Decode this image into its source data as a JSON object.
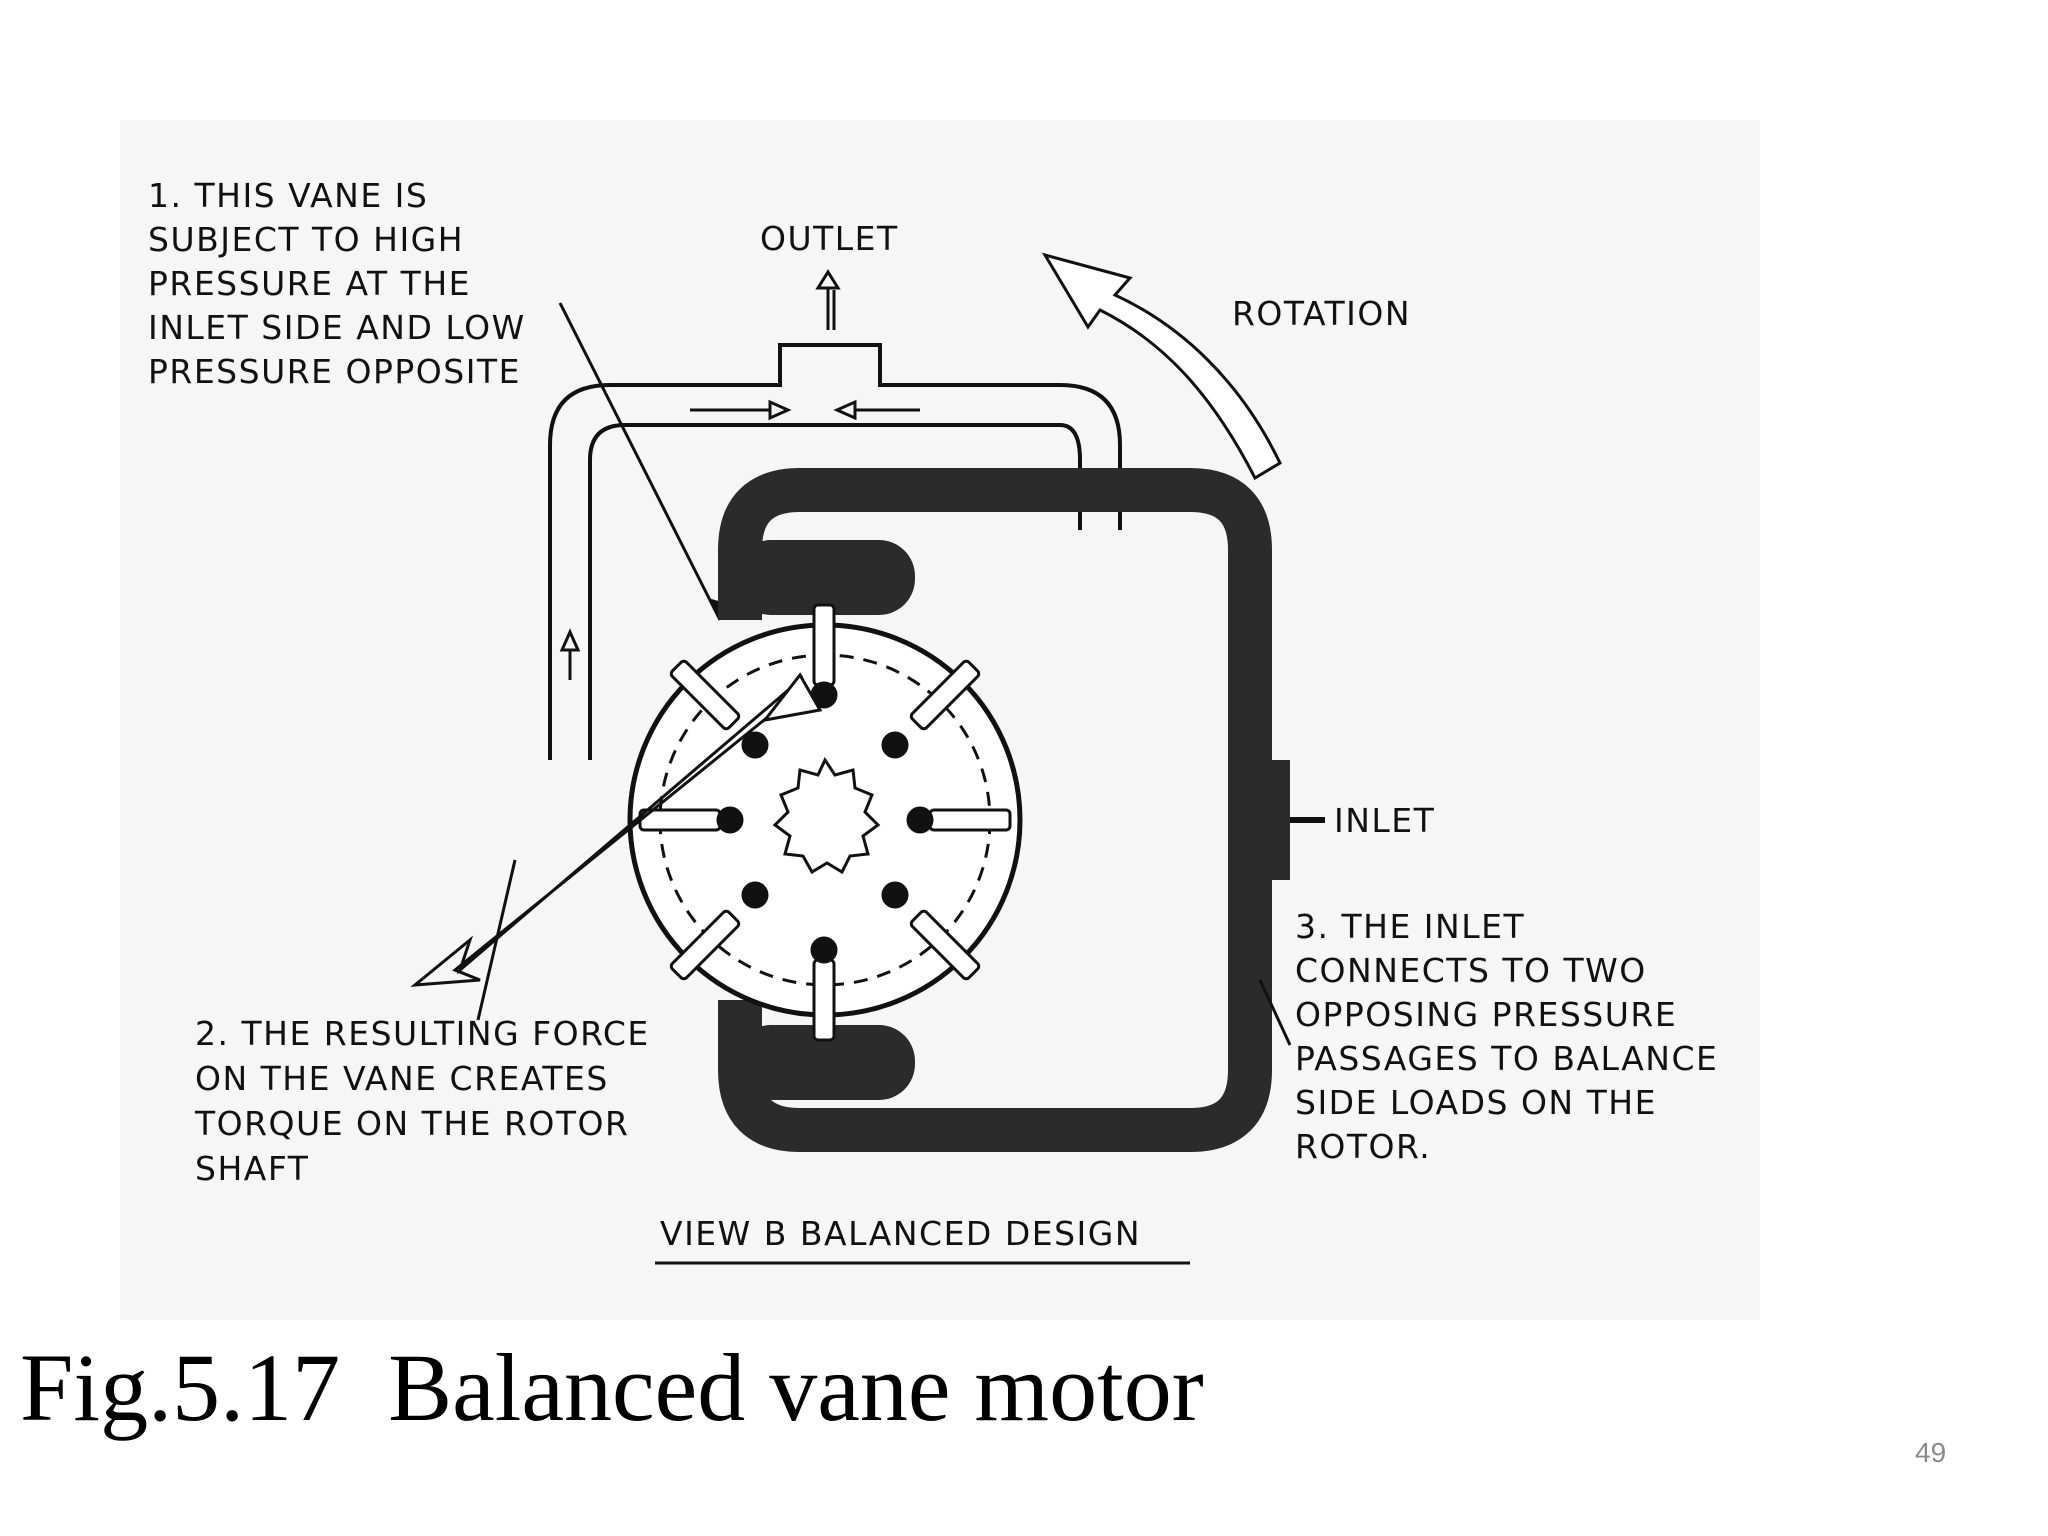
{
  "slide": {
    "caption": "Fig.5.17  Balanced vane motor",
    "page_number": "49"
  },
  "diagram": {
    "note1": [
      "1.  THIS VANE IS",
      "SUBJECT TO HIGH",
      "PRESSURE AT THE",
      "INLET SIDE AND LOW",
      "PRESSURE OPPOSITE"
    ],
    "outlet": "OUTLET",
    "rotation": "ROTATION",
    "inlet": "INLET",
    "note2": [
      "2.  THE RESULTING FORCE",
      "ON THE VANE CREATES",
      "TORQUE ON THE ROTOR",
      "SHAFT"
    ],
    "note3": [
      "3.  THE INLET",
      "CONNECTS TO TWO",
      "OPPOSING PRESSURE",
      "PASSAGES TO BALANCE",
      "SIDE LOADS ON THE",
      "ROTOR."
    ],
    "view_title": "VIEW B   BALANCED DESIGN"
  },
  "colors": {
    "ink": "#111111",
    "dark_passage": "#2b2b2b",
    "paper": "#f6f6f6",
    "page_number": "#8a8a8a"
  }
}
